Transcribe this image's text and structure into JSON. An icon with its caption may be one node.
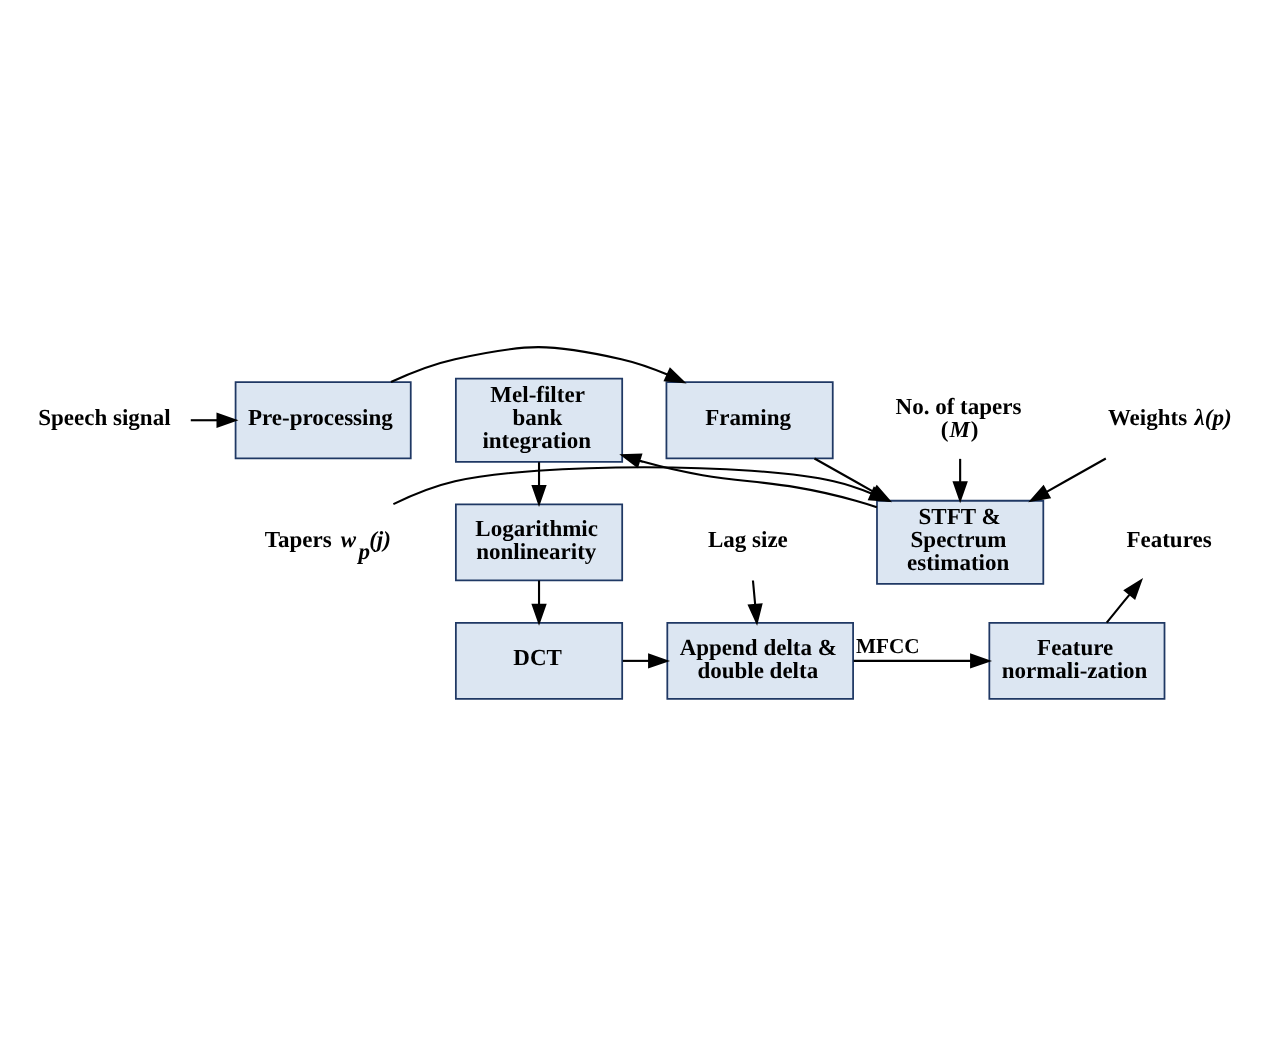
{
  "diagram": {
    "nodes": [
      {
        "text": [
          "Speech signal"
        ]
      },
      {
        "text": [
          "Pre-processing"
        ]
      },
      {
        "text": [
          "Framing"
        ]
      },
      {
        "text": [
          "No. of tapers (*M*)"
        ]
      },
      {
        "text": [
          "Tapers *w$_{p}$(j)*"
        ]
      },
      {
        "text": [
          "Weights *λ(p)*"
        ]
      },
      {
        "text": [
          "STFT & Spectrum estimation"
        ]
      },
      {
        "text": [
          "Mel-filter bank integration"
        ]
      },
      {
        "text": [
          "Logarithmic nonlinearity"
        ]
      },
      {
        "text": [
          "DCT"
        ]
      },
      {
        "text": [
          "Append delta & double delta"
        ]
      },
      {
        "text": [
          "Lag size"
        ]
      },
      {
        "text": [
          "Feature normali-zation"
        ]
      },
      {
        "text": [
          "Features"
        ]
      }
    ],
    "edges": [
      {
        "from": 0,
        "to": 1,
        "arrow": "to"
      },
      {
        "from": 1,
        "to": 2,
        "arrow": "to"
      },
      {
        "from": 2,
        "to": 6,
        "arrow": "to"
      },
      {
        "from": 3,
        "to": 6,
        "arrow": "to"
      },
      {
        "from": 4,
        "to": 6,
        "arrow": "to"
      },
      {
        "from": 5,
        "to": 6,
        "arrow": "to"
      },
      {
        "from": 6,
        "to": 7,
        "arrow": "to"
      },
      {
        "from": 7,
        "to": 8,
        "arrow": "to"
      },
      {
        "from": 8,
        "to": 9,
        "arrow": "to"
      },
      {
        "from": 9,
        "to": 10,
        "arrow": "to"
      },
      {
        "from": 11,
        "to": 10,
        "arrow": "to"
      },
      {
        "from": 10,
        "to": 12,
        "arrow": "to",
        "label": "MFCC"
      },
      {
        "from": 12,
        "to": 13,
        "arrow": "to"
      }
    ]
  }
}
